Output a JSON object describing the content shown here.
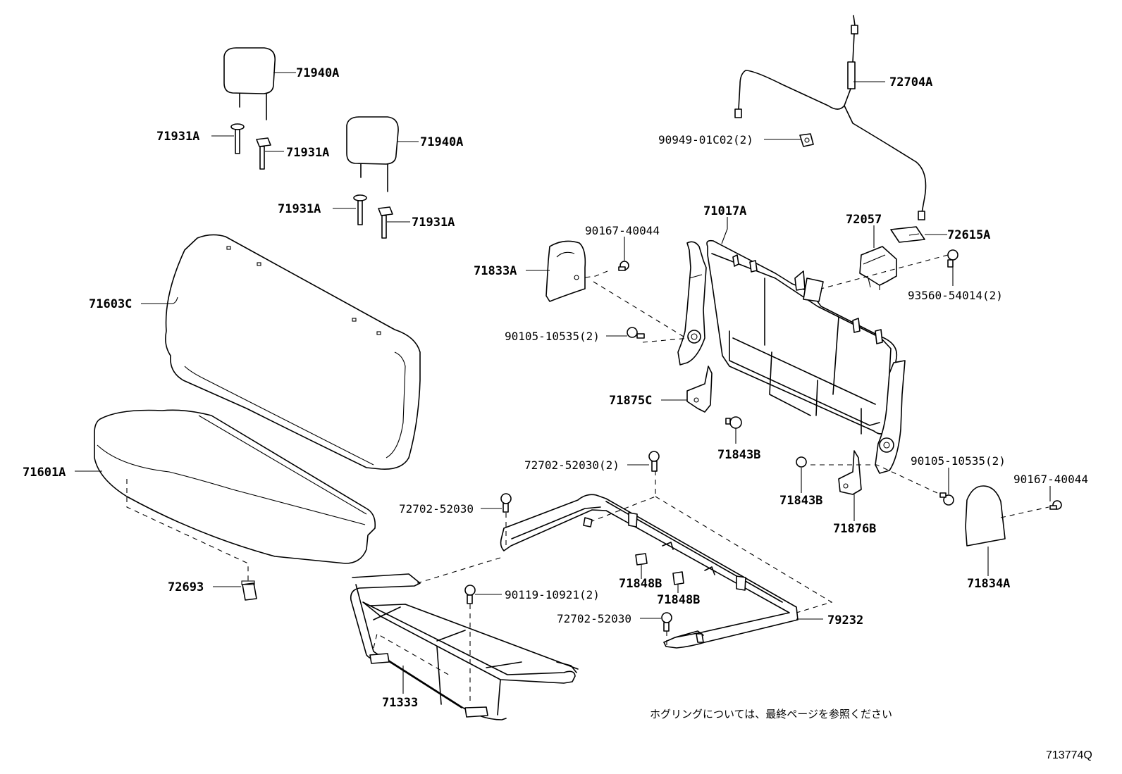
{
  "diagram": {
    "labels": {
      "headrest_1": "71940A",
      "headrest_2": "71940A",
      "support_1": "71931A",
      "support_2": "71931A",
      "support_3": "71931A",
      "support_4": "71931A",
      "back_cover": "71603C",
      "cushion_cover": "71601A",
      "clip_72693": "72693",
      "cushion_frame": "71333",
      "cable": "72704A",
      "clip_90949": "90949-01C02(2)",
      "back_frame": "71017A",
      "lock_72057": "72057",
      "plate_72615a": "72615A",
      "screw_90167_a": "90167-40044",
      "hinge_cover_left": "71833A",
      "bolt_93560": "93560-54014(2)",
      "bolt_90105_a": "90105-10535(2)",
      "bracket_71875c": "71875C",
      "pin_71843b_a": "71843B",
      "pin_71843b_b": "71843B",
      "bracket_71876b": "71876B",
      "bolt_90105_b": "90105-10535(2)",
      "screw_90167_b": "90167-40044",
      "hinge_cover_right": "71834A",
      "bolt_72702_a": "72702-52030(2)",
      "bolt_72702_b": "72702-52030",
      "bolt_72702_c": "72702-52030",
      "bolt_90119": "90119-10921(2)",
      "clip_71848b_a": "71848B",
      "clip_71848b_b": "71848B",
      "leg_79232": "79232"
    },
    "note": "ホグリングについては、最終ページを参照ください",
    "figure_code": "713774Q"
  }
}
